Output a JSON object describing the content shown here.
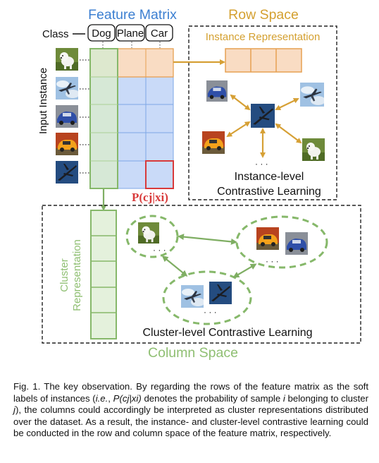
{
  "figure": {
    "feature_matrix_title": "Feature Matrix",
    "row_space_title": "Row Space",
    "column_space_title": "Column Space",
    "class_label": "Class",
    "classes": [
      "Dog",
      "Plane",
      "Car"
    ],
    "input_instance_label": "Input Instance",
    "instance_representation_label": "Instance Representation",
    "cluster_representation_label_1": "Cluster",
    "cluster_representation_label_2": "Representation",
    "probability_label": "P(cj|xi)",
    "instance_level_label_1": "Instance-level",
    "instance_level_label_2": "Contrastive Learning",
    "cluster_level_label": "Cluster-level Contrastive Learning",
    "ellipsis": "· · ·",
    "colors": {
      "blue_title": "#3c7fd1",
      "orange_title": "#d4a030",
      "green_title": "#8fbf72",
      "matrix_blue_fill": "#c9daf8",
      "matrix_blue_stroke": "#7da7e6",
      "row_orange_fill": "#f9dcc3",
      "row_orange_stroke": "#e6a052",
      "green_stroke": "#86b86a",
      "green_fill": "#e4f1dc",
      "red_highlight": "#d83a3a",
      "arrow_orange": "#d6a035",
      "arrow_green": "#7fae63"
    },
    "thumbnails": [
      "dog-image",
      "plane-image",
      "car-image",
      "car-image",
      "plane-image"
    ]
  },
  "caption": {
    "text": "Fig. 1. The key observation. By regarding the rows of the feature matrix as the soft labels of instances (i.e., P(cj|xi) denotes the probability of sample i belonging to cluster j), the columns could accordingly be interpreted as cluster representations distributed over the dataset. As a result, the instance- and cluster-level contrastive learning could be conducted in the row and column space of the feature matrix, respectively.",
    "part1": "Fig. 1. The key observation. By regarding the rows of the feature matrix as the soft labels of instances (",
    "part_ie": "i.e.",
    "part2": ", ",
    "part_p": "P(cj|xi)",
    "part3": " denotes the probability of sample ",
    "part_i": "i",
    "part4": " belonging to cluster ",
    "part_j": "j",
    "part5": "), the columns could accordingly be interpreted as cluster representations distributed over the dataset. As a result, the instance- and cluster-level contrastive learning could be conducted in the row and column space of the feature matrix, respectively."
  }
}
